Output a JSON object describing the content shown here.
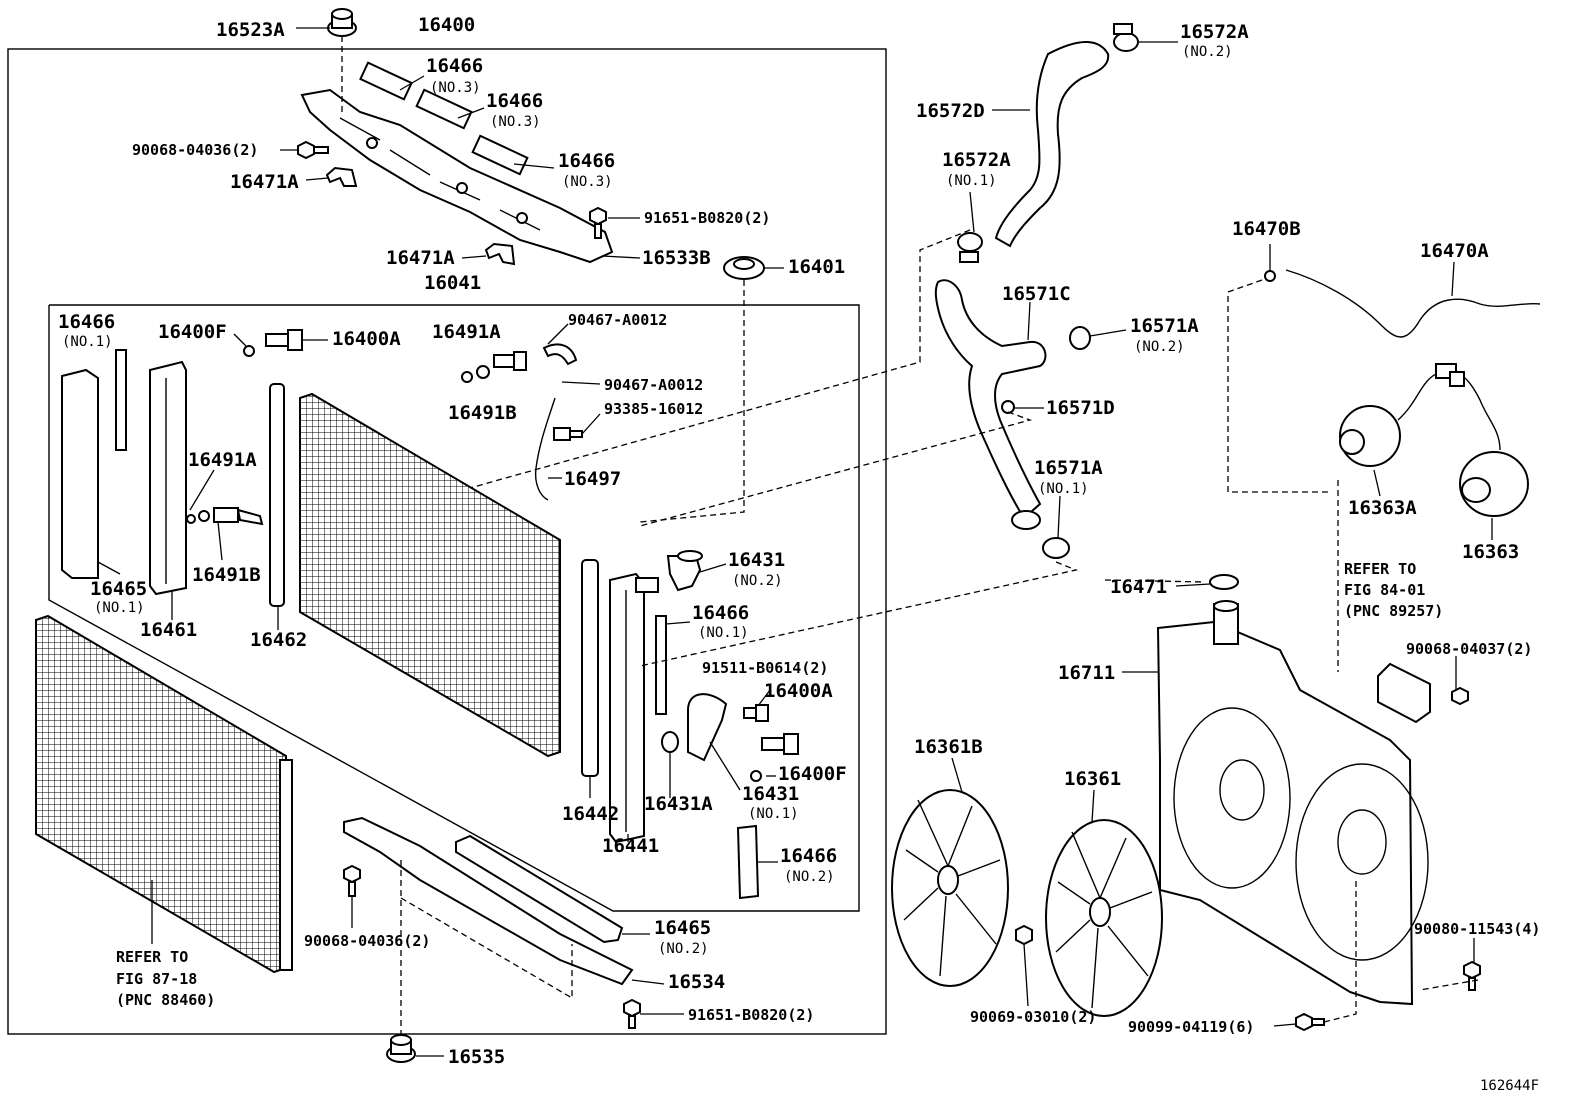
{
  "labels": {
    "p16523A": "16523A",
    "p16400": "16400",
    "p16466_a": "16466",
    "p16466_b": "16466",
    "p16466_c": "16466",
    "no3_a": "(NO.3)",
    "no3_b": "(NO.3)",
    "no3_c": "(NO.3)",
    "p90068_04036_top": "90068-04036(2)",
    "p16471A_top": "16471A",
    "p91651_top": "91651-B0820(2)",
    "p16471A_mid": "16471A",
    "p16533B": "16533B",
    "p16401": "16401",
    "p16041": "16041",
    "p16466_no1_left": "16466",
    "no1_left": "(NO.1)",
    "p16400F_top": "16400F",
    "p16400A_top": "16400A",
    "p16491A_top": "16491A",
    "p90467_a": "90467-A0012",
    "p90467_b": "90467-A0012",
    "p16491B_top": "16491B",
    "p93385": "93385-16012",
    "p16491A_mid": "16491A",
    "p16497": "16497",
    "p16491B_mid": "16491B",
    "p16465_left": "16465",
    "no1_16465": "(NO.1)",
    "p16461": "16461",
    "p16462": "16462",
    "p16431_top": "16431",
    "no2_16431": "(NO.2)",
    "p16466_no1_right": "16466",
    "no1_right": "(NO.1)",
    "p91511": "91511-B0614(2)",
    "p16400A_right": "16400A",
    "p16400F_right": "16400F",
    "p16431_bottom": "16431",
    "no1_16431": "(NO.1)",
    "p16442": "16442",
    "p16431A": "16431A",
    "p16441": "16441",
    "p16466_no2": "16466",
    "no2_16466": "(NO.2)",
    "p16465_no2": "16465",
    "no2_16465": "(NO.2)",
    "p16534": "16534",
    "p90068_04036_bottom": "90068-04036(2)",
    "p91651_bottom": "91651-B0820(2)",
    "p16535": "16535",
    "ref_87_1": "REFER TO",
    "ref_87_2": "FIG 87-18",
    "ref_87_3": "(PNC 88460)",
    "p16572A_top": "16572A",
    "no2_16572A": "(NO.2)",
    "p16572D": "16572D",
    "p16572A_mid": "16572A",
    "no1_16572A": "(NO.1)",
    "p16571C": "16571C",
    "p16571A_top": "16571A",
    "no2_16571A": "(NO.2)",
    "p16571D": "16571D",
    "p16571A_mid": "16571A",
    "no1_16571A": "(NO.1)",
    "p16471": "16471",
    "p16711": "16711",
    "p16470B": "16470B",
    "p16470A": "16470A",
    "p16363A": "16363A",
    "p16363": "16363",
    "ref_84_1": "REFER TO",
    "ref_84_2": "FIG 84-01",
    "ref_84_3": "(PNC 89257)",
    "p90068_04037": "90068-04037(2)",
    "p16361B": "16361B",
    "p16361": "16361",
    "p90080": "90080-11543(4)",
    "p90069": "90069-03010(2)",
    "p90099": "90099-04119(6)",
    "fig_id": "162644F"
  }
}
